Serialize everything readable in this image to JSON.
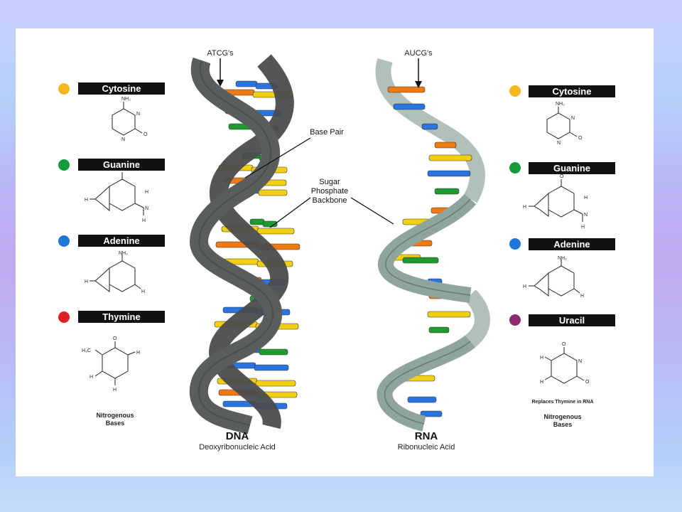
{
  "colors": {
    "cytosine": "#f5b81c",
    "guanine": "#159a3c",
    "adenine": "#1f78d8",
    "thymine": "#dc1f24",
    "uracil": "#8e2a74",
    "dna_backbone": "#4a4c4d",
    "rna_backbone": "#8fa59b",
    "orange_base": "#f07a12",
    "yellow_base": "#f2cf12",
    "blue_base": "#2a74e0",
    "green_base": "#1e9a2e"
  },
  "left_bases": [
    {
      "name": "Cytosine",
      "dot": "cytosine",
      "icon": "cytosine-structure-icon"
    },
    {
      "name": "Guanine",
      "dot": "guanine",
      "icon": "guanine-structure-icon"
    },
    {
      "name": "Adenine",
      "dot": "adenine",
      "icon": "adenine-structure-icon"
    },
    {
      "name": "Thymine",
      "dot": "thymine",
      "icon": "thymine-structure-icon"
    }
  ],
  "right_bases": [
    {
      "name": "Cytosine",
      "dot": "cytosine",
      "icon": "cytosine-structure-icon"
    },
    {
      "name": "Guanine",
      "dot": "guanine",
      "icon": "guanine-structure-icon"
    },
    {
      "name": "Adenine",
      "dot": "adenine",
      "icon": "adenine-structure-icon"
    },
    {
      "name": "Uracil",
      "dot": "uracil",
      "icon": "uracil-structure-icon"
    }
  ],
  "labels": {
    "dna_top": "ATCG's",
    "rna_top": "AUCG's",
    "base_pair": "Base Pair",
    "sugar_line1": "Sugar",
    "sugar_line2": "Phosphate",
    "sugar_line3": "Backbone",
    "dna_title": "DNA",
    "dna_subtitle": "Deoxyribonucleic Acid",
    "rna_title": "RNA",
    "rna_subtitle": "Ribonucleic Acid",
    "left_caption_1": "Nitrogenous",
    "left_caption_2": "Bases",
    "right_caption_1": "Nitrogenous",
    "right_caption_2": "Bases",
    "uracil_note": "Replaces Thymine in RNA"
  },
  "structure_text": {
    "nh2": "NH₂",
    "o": "O",
    "n": "N",
    "h": "H",
    "c": "C",
    "ch3": "H₃C"
  }
}
